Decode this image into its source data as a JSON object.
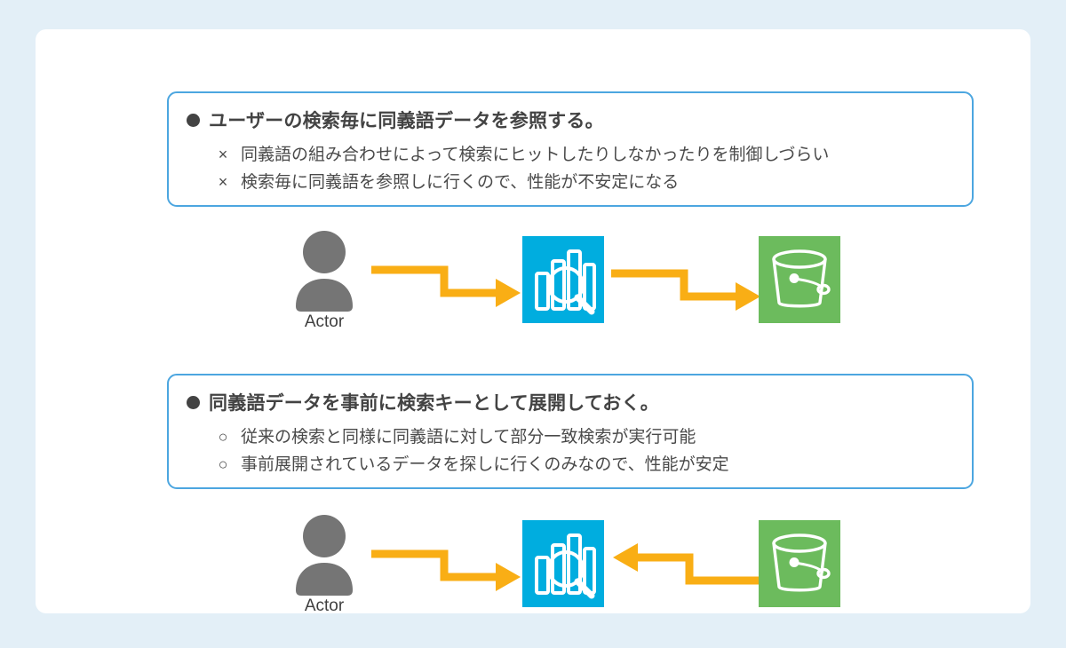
{
  "page": {
    "background_color": "#e3eff7",
    "card_color": "#ffffff"
  },
  "palette": {
    "callout_border": "#4ca6e0",
    "heading_text": "#434343",
    "body_text": "#4a4a4a",
    "arrow": "#f9ae15",
    "tile_search_bg": "#00addf",
    "tile_bucket_bg": "#6cbb5d",
    "actor_gray": "#757575",
    "icon_stroke": "#ffffff"
  },
  "callouts": [
    {
      "bullet": "●",
      "heading": "ユーザーの検索毎に同義語データを参照する。",
      "items": [
        {
          "mark": "×",
          "text": "同義語の組み合わせによって検索にヒットしたりしなかったりを制御しづらい"
        },
        {
          "mark": "×",
          "text": "検索毎に同義語を参照しに行くので、性能が不安定になる"
        }
      ]
    },
    {
      "bullet": "●",
      "heading": "同義語データを事前に検索キーとして展開しておく。",
      "items": [
        {
          "mark": "○",
          "text": "従来の検索と同様に同義語に対して部分一致検索が実行可能"
        },
        {
          "mark": "○",
          "text": "事前展開されているデータを探しに行くのみなので、性能が安定"
        }
      ]
    }
  ],
  "flows": [
    {
      "actor_label": "Actor",
      "actor_icon": "person-icon",
      "search_icon": "bar-chart-search-icon",
      "bucket_icon": "storage-bucket-icon",
      "arrows": [
        {
          "name": "arrow-actor-to-search",
          "direction": "right"
        },
        {
          "name": "arrow-search-to-bucket",
          "direction": "right"
        }
      ]
    },
    {
      "actor_label": "Actor",
      "actor_icon": "person-icon",
      "search_icon": "bar-chart-search-icon",
      "bucket_icon": "storage-bucket-icon",
      "arrows": [
        {
          "name": "arrow-actor-to-search",
          "direction": "right"
        },
        {
          "name": "arrow-bucket-to-search",
          "direction": "left"
        }
      ]
    }
  ]
}
